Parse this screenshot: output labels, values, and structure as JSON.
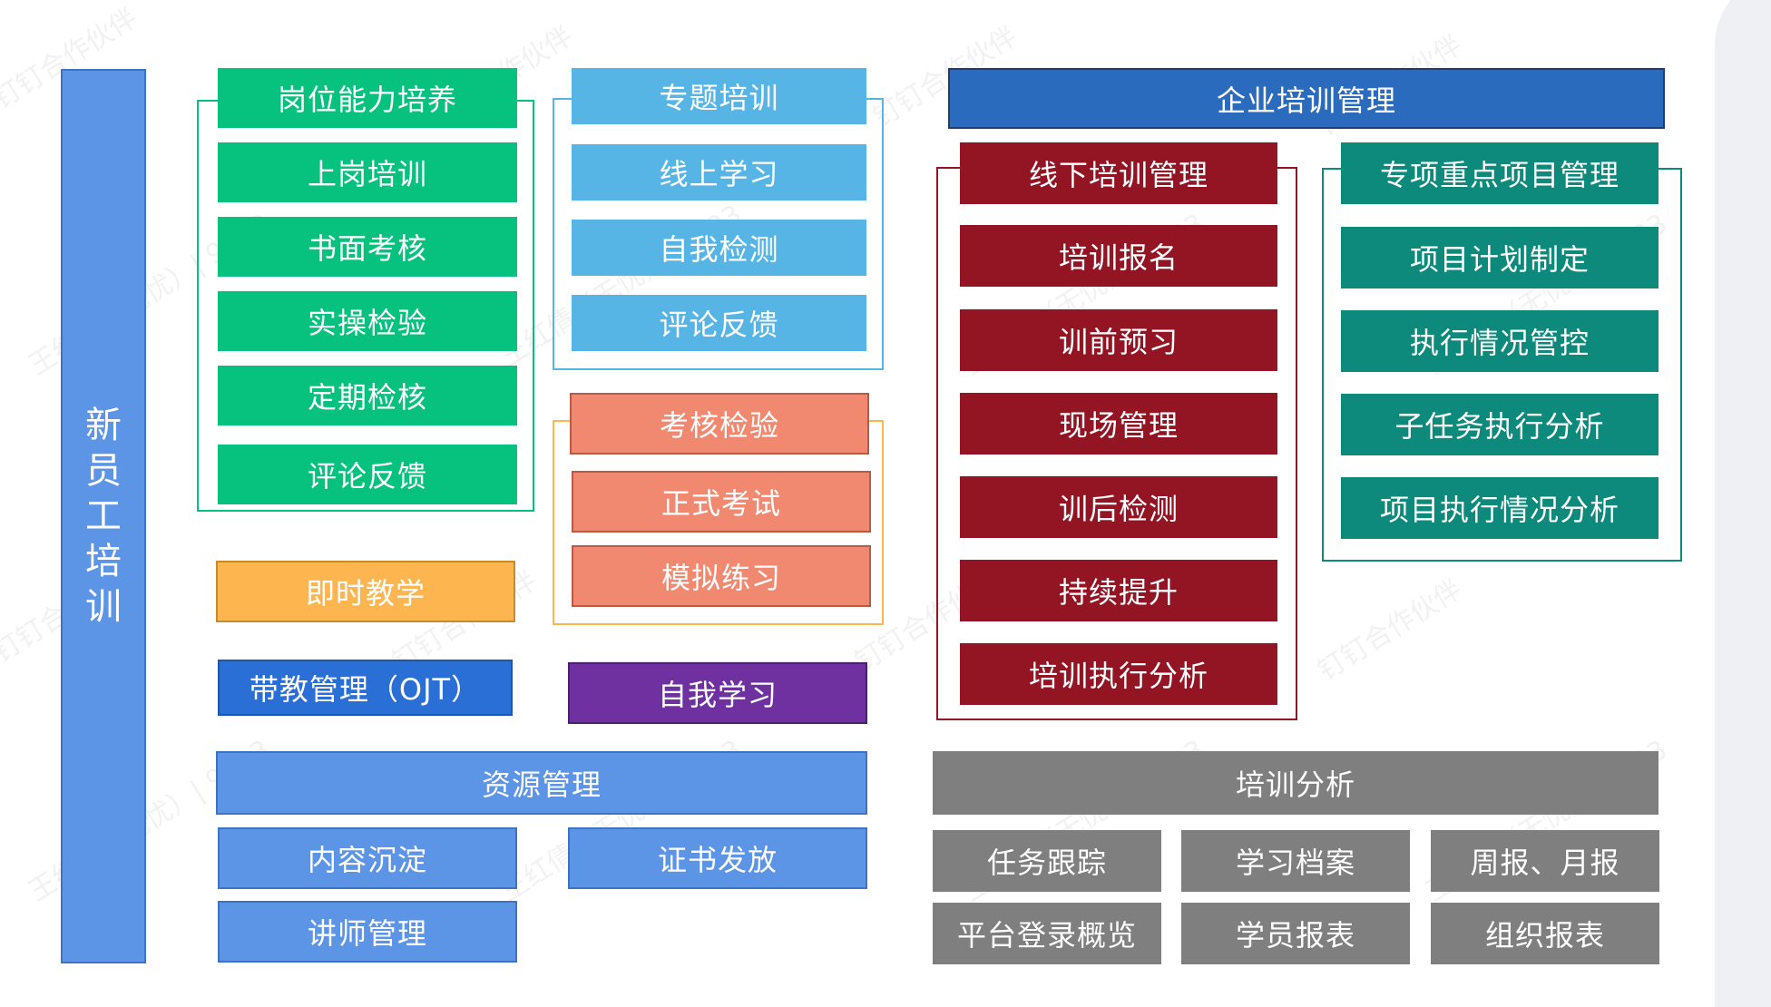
{
  "new_employee_training": {
    "chars": [
      "新",
      "员",
      "工",
      "培",
      "训"
    ]
  },
  "job_ability": {
    "title": "岗位能力培养",
    "items": [
      "上岗培训",
      "书面考核",
      "实操检验",
      "定期检核",
      "评论反馈"
    ]
  },
  "topic_training": {
    "title": "专题培训",
    "items": [
      "线上学习",
      "自我检测",
      "评论反馈"
    ]
  },
  "assessment": {
    "title": "考核检验",
    "items": [
      "正式考试",
      "模拟练习"
    ]
  },
  "instant_teaching": "即时教学",
  "mentoring": "带教管理（OJT）",
  "self_learning": "自我学习",
  "resource_management": {
    "title": "资源管理",
    "items": [
      "内容沉淀",
      "证书发放",
      "讲师管理"
    ]
  },
  "enterprise_training": "企业培训管理",
  "offline_training": {
    "title": "线下培训管理",
    "items": [
      "培训报名",
      "训前预习",
      "现场管理",
      "训后检测",
      "持续提升",
      "培训执行分析"
    ]
  },
  "key_projects": {
    "title": "专项重点项目管理",
    "items": [
      "项目计划制定",
      "执行情况管控",
      "子任务执行分析",
      "项目执行情况分析"
    ]
  },
  "training_analysis": {
    "title": "培训分析",
    "items": [
      "任务跟踪",
      "学习档案",
      "周报、月报",
      "平台登录概览",
      "学员报表",
      "组织报表"
    ]
  },
  "watermarks": [
    "钉钉合作伙伴",
    "王红倩（无忧）| 9193"
  ],
  "colors": {
    "green": "#07c27f",
    "light_blue": "#57b5e6",
    "salmon": "#f0896f",
    "orange": "#fdb550",
    "blue": "#2a6fd6",
    "purple": "#7031a0",
    "resource_blue": "#5c94e6",
    "crimson": "#931524",
    "teal": "#0d8a7c",
    "gray": "#7f7f7f"
  }
}
